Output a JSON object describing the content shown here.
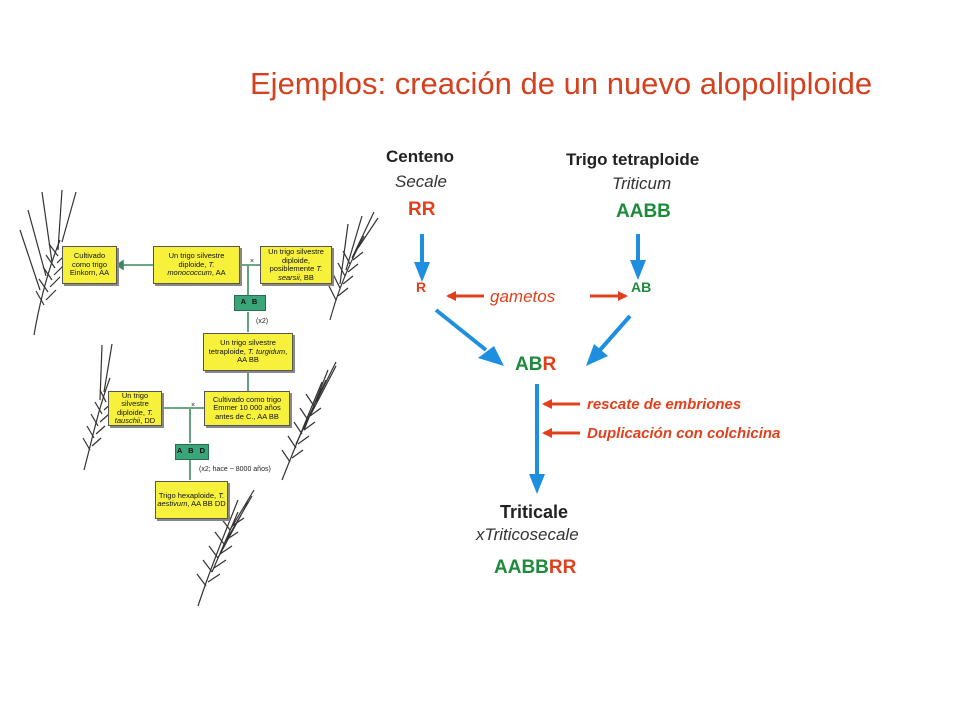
{
  "title": "Ejemplos: creación de un nuevo alopoliploide",
  "right_diagram": {
    "parent1": {
      "name": "Centeno",
      "scientific": "Secale",
      "genome": "RR",
      "gamete": "R"
    },
    "parent2": {
      "name": "Trigo tetraploide",
      "scientific": "Triticum",
      "genome": "AABB",
      "gamete": "AB"
    },
    "gametes_label": "gametos",
    "hybrid": {
      "green": "AB",
      "red": "R"
    },
    "step1": "rescate de embriones",
    "step2": "Duplicación con colchicina",
    "result": {
      "name": "Triticale",
      "scientific": "xTriticosecale",
      "genome_green": "AABB",
      "genome_red": "RR"
    },
    "colors": {
      "green": "#1d8a3c",
      "red": "#e2401c",
      "blue": "#1e8fe0"
    }
  },
  "left_diagram": {
    "box_einkorn": "Cultivado como trigo Einkorn, AA",
    "box_monococcum_a": "Un trigo silvestre diploide,",
    "box_monococcum_b": "T. monococcum",
    "box_monococcum_c": ", AA",
    "box_searsii_a": "Un trigo silvestre diploide, posiblemente",
    "box_searsii_b": "T. searsii",
    "box_searsii_c": ", BB",
    "green_ab": "A B",
    "x2": "(x2)",
    "box_turgidum_a": "Un trigo silvestre tetraploide,",
    "box_turgidum_b": "T. turgidum",
    "box_turgidum_c": ", AA BB",
    "box_tauschii_a": "Un trigo silvestre diploide,",
    "box_tauschii_b": "T. tauschii",
    "box_tauschii_c": ", DD",
    "box_emmer": "Cultivado como trigo Emmer 10 000 años antes de C., AA BB",
    "green_abd": "A B D",
    "x2_hace": "(x2; hace ~ 8000 años)",
    "box_hexaploid_a": "Trigo hexaploide,",
    "box_hexaploid_b": "T. aestivum",
    "box_hexaploid_c": ", AA BB DD",
    "cross1": "×",
    "cross2": "×",
    "colors": {
      "yellow": "#f7f13b",
      "green_box": "#3aa579"
    }
  }
}
